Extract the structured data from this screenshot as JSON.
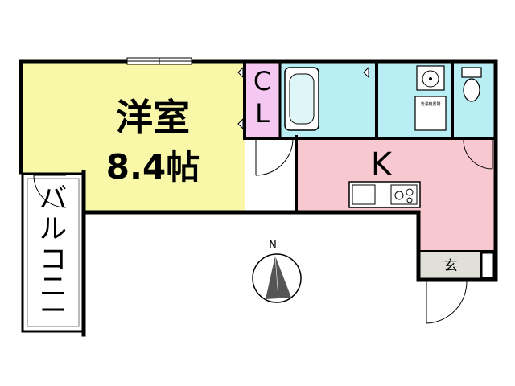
{
  "rooms": {
    "western_room": {
      "name": "洋室",
      "size": "8.4帖",
      "color": "#f8f8a8"
    },
    "kitchen": {
      "name": "K",
      "color": "#f8c8d0"
    },
    "closet": {
      "name_line1": "C",
      "name_line2": "L",
      "color": "#f4c8f0"
    },
    "entrance": {
      "name": "玄",
      "color": "#e0e0d8"
    },
    "balcony": {
      "name_chars": [
        "バ",
        "ル",
        "コ",
        "ニ",
        "ー"
      ],
      "color": "#ffffff"
    },
    "wet_area_color": "#b8eef4"
  },
  "laundry": {
    "text": "洗濯機置場"
  },
  "compass": {
    "label": "N"
  }
}
